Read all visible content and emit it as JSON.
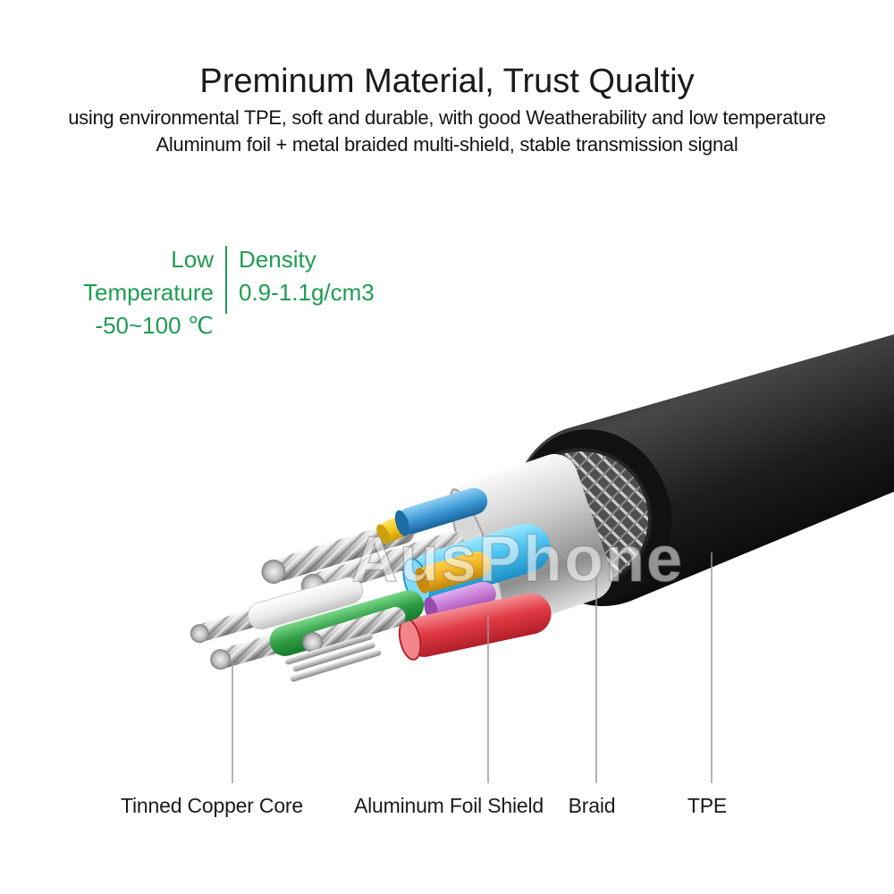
{
  "header": {
    "title": "Preminum Material, Trust Qualtiy",
    "subtitle_line1": "using environmental TPE, soft and durable, with good Weatherability and low temperature",
    "subtitle_line2": "Aluminum foil + metal braided multi-shield, stable transmission signal"
  },
  "specs": {
    "accent_color": "#1e9c52",
    "low_temperature": {
      "label": "Low Temperature",
      "value": "-50~100 ℃"
    },
    "density": {
      "label": "Density",
      "value": "0.9-1.1g/cm3"
    }
  },
  "diagram": {
    "watermark": "AusPhone",
    "part_colors": {
      "tpe_jacket": "#1c1c1c",
      "braid": "#8f8f8f",
      "aluminum_foil": "#c9c9c9",
      "tinned_copper": "#b8b8b8",
      "wire_cyan": "#49c3f1",
      "wire_blue": "#3f9bd7",
      "wire_yellow": "#f2c71d",
      "wire_orange": "#f0b11c",
      "wire_magenta": "#c678d2",
      "wire_red": "#e23a44",
      "wire_green": "#2f9e46",
      "wire_white": "#f2f2f2"
    },
    "callouts": [
      {
        "label": "Tinned Copper Core"
      },
      {
        "label": "Aluminum Foil Shield"
      },
      {
        "label": "Braid"
      },
      {
        "label": "TPE"
      }
    ]
  }
}
